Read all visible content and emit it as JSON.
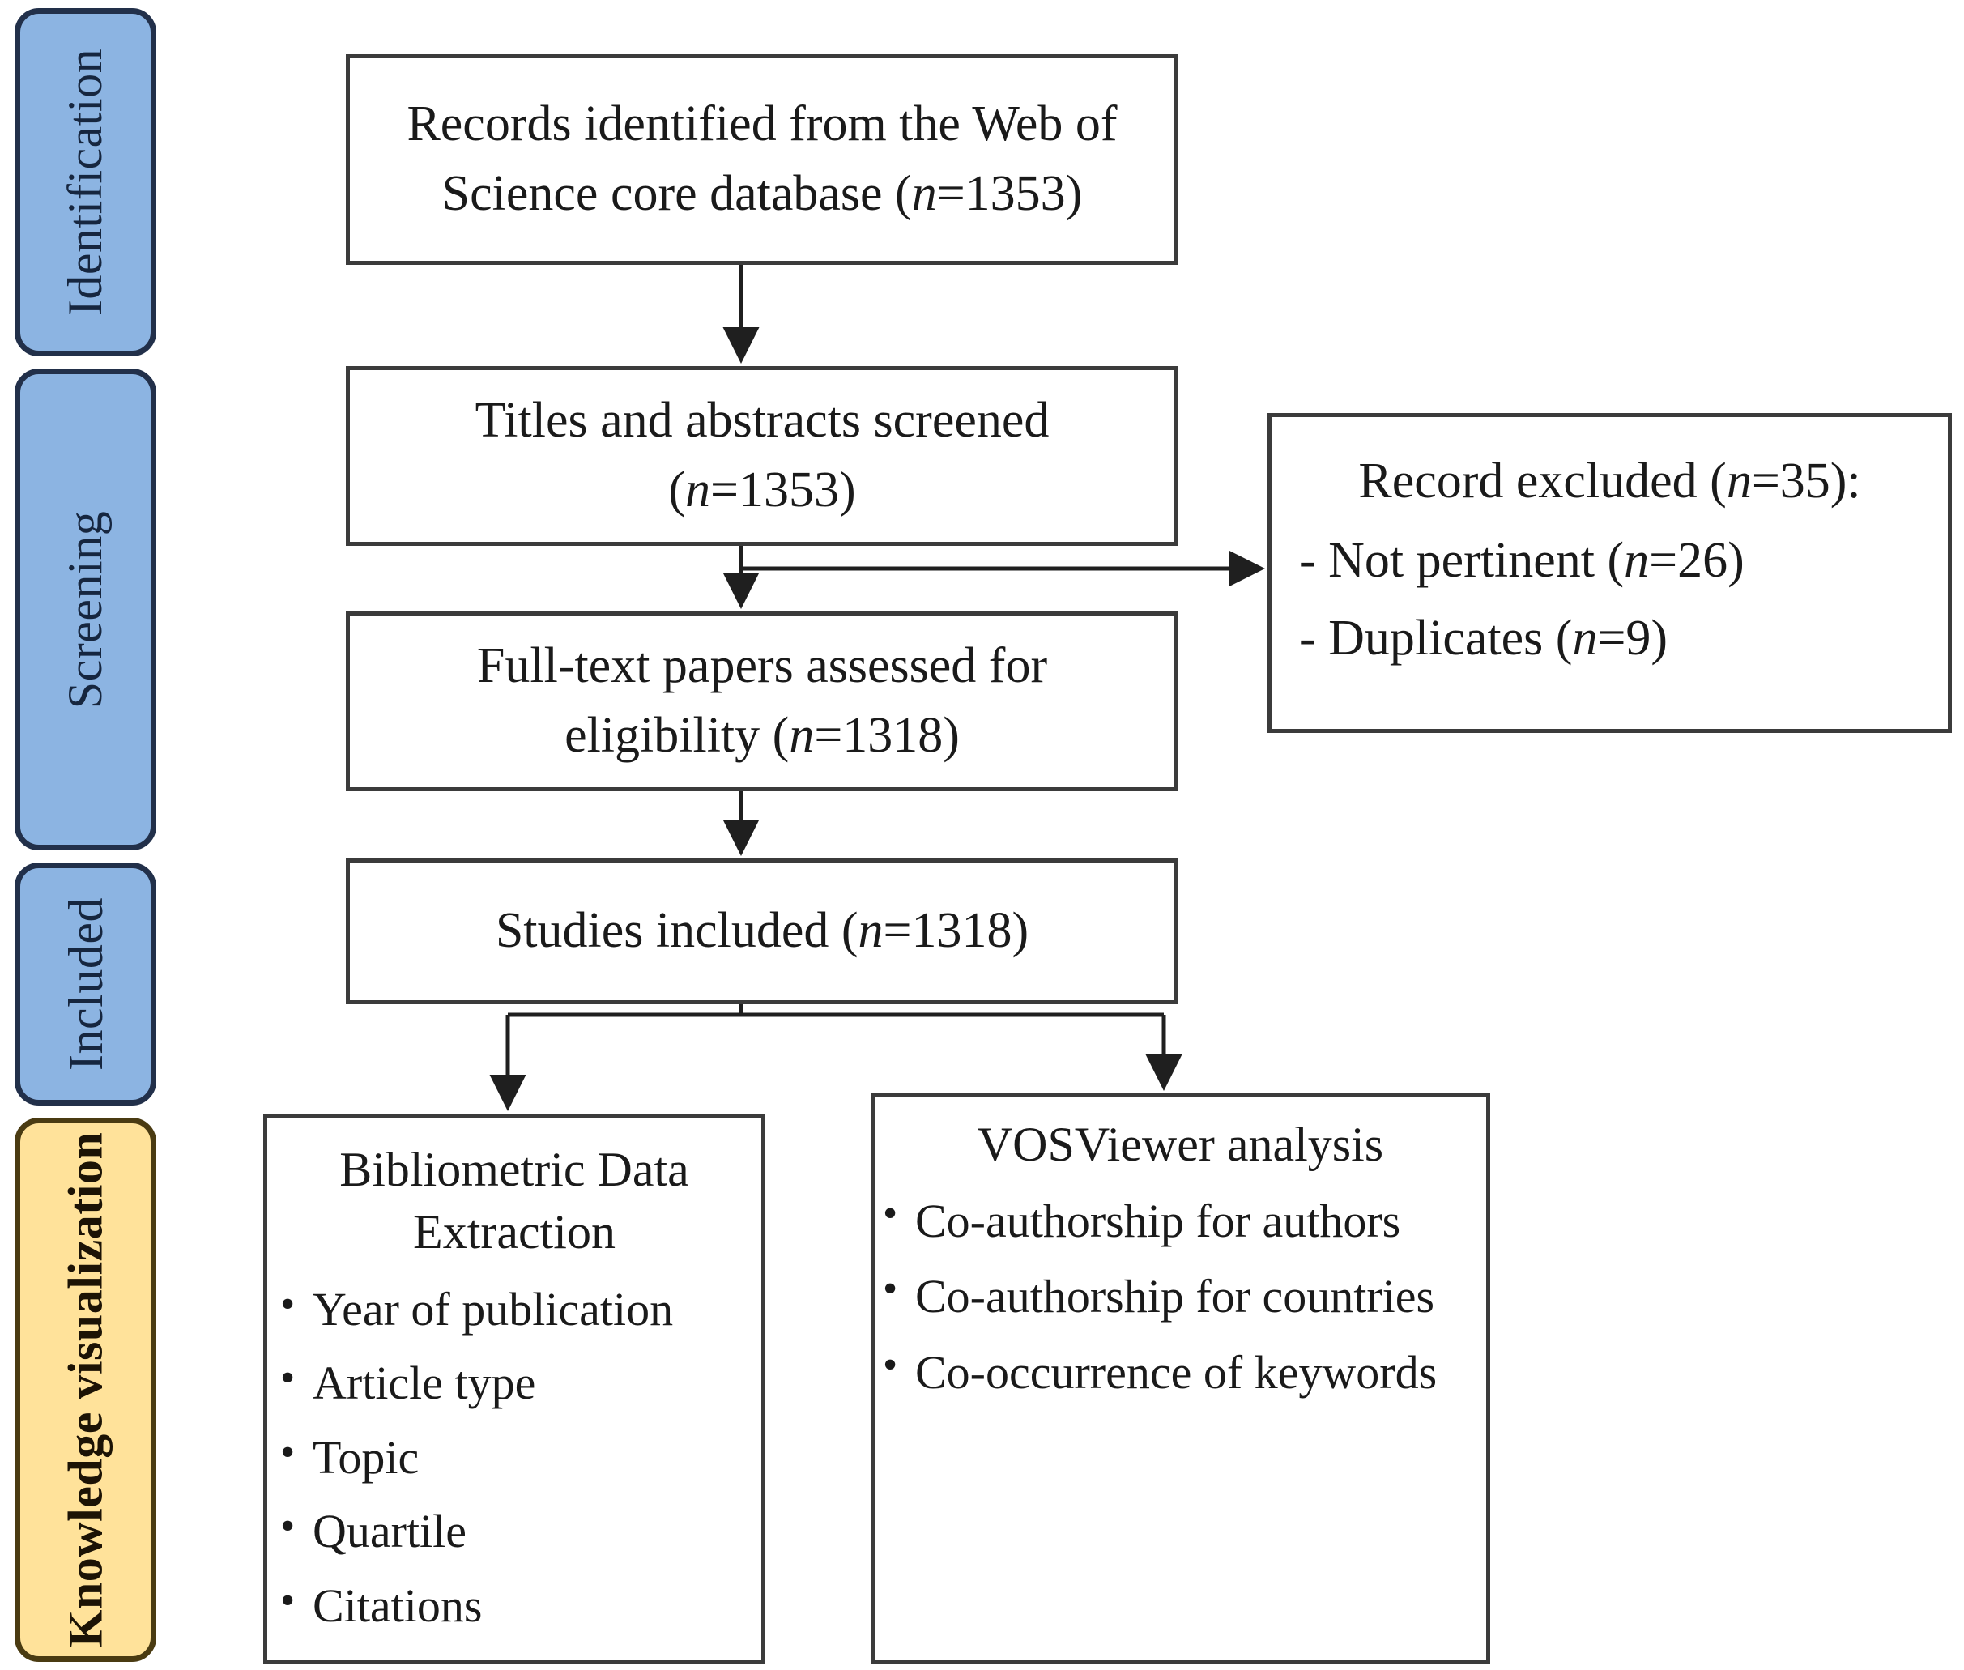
{
  "diagram": {
    "title": "PRISMA flow diagram",
    "type": "flowchart",
    "accent_blue": "#8cb4e2",
    "accent_blue_border": "#22304a",
    "accent_yellow": "#ffe29a",
    "box_border": "#3b3b3b"
  },
  "phases": [
    {
      "id": "identification",
      "label": "Identification"
    },
    {
      "id": "screening",
      "label": "Screening"
    },
    {
      "id": "included",
      "label": "Included"
    },
    {
      "id": "knowledge",
      "label": "Knowledge visualization"
    }
  ],
  "boxes": {
    "identified": {
      "line1": "Records identified from the Web of",
      "line2_pre": "Science core database (",
      "line2_n": "n",
      "line2_post": "=1353)"
    },
    "screened": {
      "line1": "Titles and abstracts screened",
      "line2_pre": "(",
      "line2_n": "n",
      "line2_post": "=1353)"
    },
    "fulltext": {
      "line1": "Full-text papers assessed for",
      "line2_pre": "eligibility (",
      "line2_n": "n",
      "line2_post": "=1318)"
    },
    "included": {
      "line1_pre": "Studies included  (",
      "line1_n": "n",
      "line1_post": "=1318)"
    },
    "excluded": {
      "heading_pre": "Record excluded (",
      "heading_n": "n",
      "heading_post": "=35):",
      "item1_pre": "- Not pertinent (",
      "item1_n": "n",
      "item1_post": "=26)",
      "item2_pre": "- Duplicates (",
      "item2_n": "n",
      "item2_post": "=9)"
    },
    "bibliometric": {
      "title_line1": "Bibliometric Data",
      "title_line2": "Extraction",
      "items": [
        "Year of publication",
        "Article type",
        "Topic",
        "Quartile",
        "Citations"
      ]
    },
    "vosviewer": {
      "title": "VOSViewer analysis",
      "items": [
        "Co-authorship for authors",
        "Co-authorship for countries",
        "Co-occurrence of keywords"
      ]
    }
  }
}
